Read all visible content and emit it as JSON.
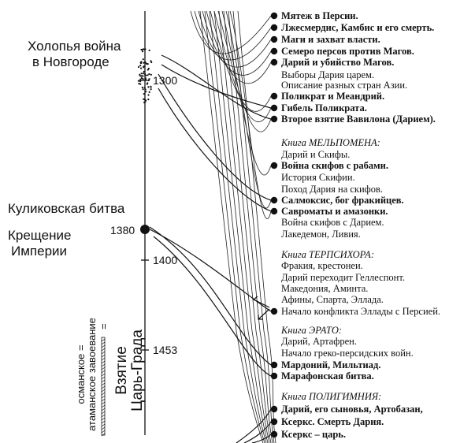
{
  "left_events": [
    {
      "id": "kholopya",
      "lines": [
        "Холопья война",
        "в Новгороде"
      ]
    },
    {
      "id": "kulikovo",
      "lines": [
        "Куликовская битва"
      ]
    },
    {
      "id": "kreshchenie",
      "lines": [
        "Крещение",
        "Империи"
      ]
    }
  ],
  "axis": {
    "years": [
      "1300",
      "1380",
      "1400",
      "1453"
    ]
  },
  "capture": {
    "lines": [
      "Взятие",
      "Царь-Града"
    ]
  },
  "conquest_label": {
    "lines": [
      "османское =",
      "атаманское завоевание"
    ]
  },
  "events": [
    {
      "text": "Мятеж в Персии.",
      "bold": true,
      "italic": false,
      "marker": true
    },
    {
      "text": "Лжесмердис, Камбис и его смерть.",
      "bold": true,
      "italic": false,
      "marker": true
    },
    {
      "text": "Маги и захват власти.",
      "bold": true,
      "italic": false,
      "marker": true
    },
    {
      "text": "Семеро персов против Магов.",
      "bold": true,
      "italic": false,
      "marker": true
    },
    {
      "text": "Дарий и убийство Магов.",
      "bold": true,
      "italic": false,
      "marker": true
    },
    {
      "text": "Выборы Дария царем.",
      "bold": false,
      "italic": false,
      "marker": false
    },
    {
      "text": "Описание разных стран Азии.",
      "bold": false,
      "italic": false,
      "marker": false
    },
    {
      "text": "Поликрат и Меандрий.",
      "bold": true,
      "italic": false,
      "marker": true
    },
    {
      "text": "Гибель Поликрата.",
      "bold": true,
      "italic": false,
      "marker": true
    },
    {
      "text": "Второе взятие Вавилона (Дарием).",
      "bold": true,
      "italic": false,
      "marker": true
    },
    {
      "text": "Книга МЕЛЬПОМЕНА:",
      "bold": false,
      "italic": true,
      "marker": false
    },
    {
      "text": "Дарий и Скифы.",
      "bold": false,
      "italic": false,
      "marker": false
    },
    {
      "text": "Война скифов с рабами.",
      "bold": true,
      "italic": false,
      "marker": true
    },
    {
      "text": "История Скифии.",
      "bold": false,
      "italic": false,
      "marker": false
    },
    {
      "text": "Поход Дария на скифов.",
      "bold": false,
      "italic": false,
      "marker": false
    },
    {
      "text": "Салмоксис, бог фракийцев.",
      "bold": true,
      "italic": false,
      "marker": true
    },
    {
      "text": "Савроматы и амазонки.",
      "bold": true,
      "italic": false,
      "marker": true
    },
    {
      "text": "Война скифов с Дарием.",
      "bold": false,
      "italic": false,
      "marker": false
    },
    {
      "text": "Лакедемон, Ливия.",
      "bold": false,
      "italic": false,
      "marker": false
    },
    {
      "text": "Книга ТЕРПСИХОРА:",
      "bold": false,
      "italic": true,
      "marker": false
    },
    {
      "text": "Фракия, крестонеи.",
      "bold": false,
      "italic": false,
      "marker": false
    },
    {
      "text": "Дарий переходит Геллеспонт.",
      "bold": false,
      "italic": false,
      "marker": false
    },
    {
      "text": "Македония, Аминта.",
      "bold": false,
      "italic": false,
      "marker": false
    },
    {
      "text": "Афины, Спарта, Эллада.",
      "bold": false,
      "italic": false,
      "marker": false
    },
    {
      "text": "Начало конфликта Эллады с Персией.",
      "bold": false,
      "italic": false,
      "marker": true
    },
    {
      "text": "Книга ЭРАТО:",
      "bold": false,
      "italic": true,
      "marker": false
    },
    {
      "text": "Дарий, Артафрен.",
      "bold": false,
      "italic": false,
      "marker": false
    },
    {
      "text": "Начало греко-персидских войн.",
      "bold": false,
      "italic": false,
      "marker": false
    },
    {
      "text": "Мардоний,  Мильтиад.",
      "bold": true,
      "italic": false,
      "marker": true
    },
    {
      "text": "Марафонская битва.",
      "bold": true,
      "italic": false,
      "marker": true
    },
    {
      "text": "Книга ПОЛИГИМНИЯ:",
      "bold": false,
      "italic": true,
      "marker": false
    },
    {
      "text": "Дарий, его сыновья, Артобазан,",
      "bold": true,
      "italic": false,
      "marker": true
    },
    {
      "text": "Ксеркс. Смерть Дария.",
      "bold": true,
      "italic": false,
      "marker": true
    },
    {
      "text": "Ксеркс – царь.",
      "bold": true,
      "italic": false,
      "marker": true
    }
  ]
}
